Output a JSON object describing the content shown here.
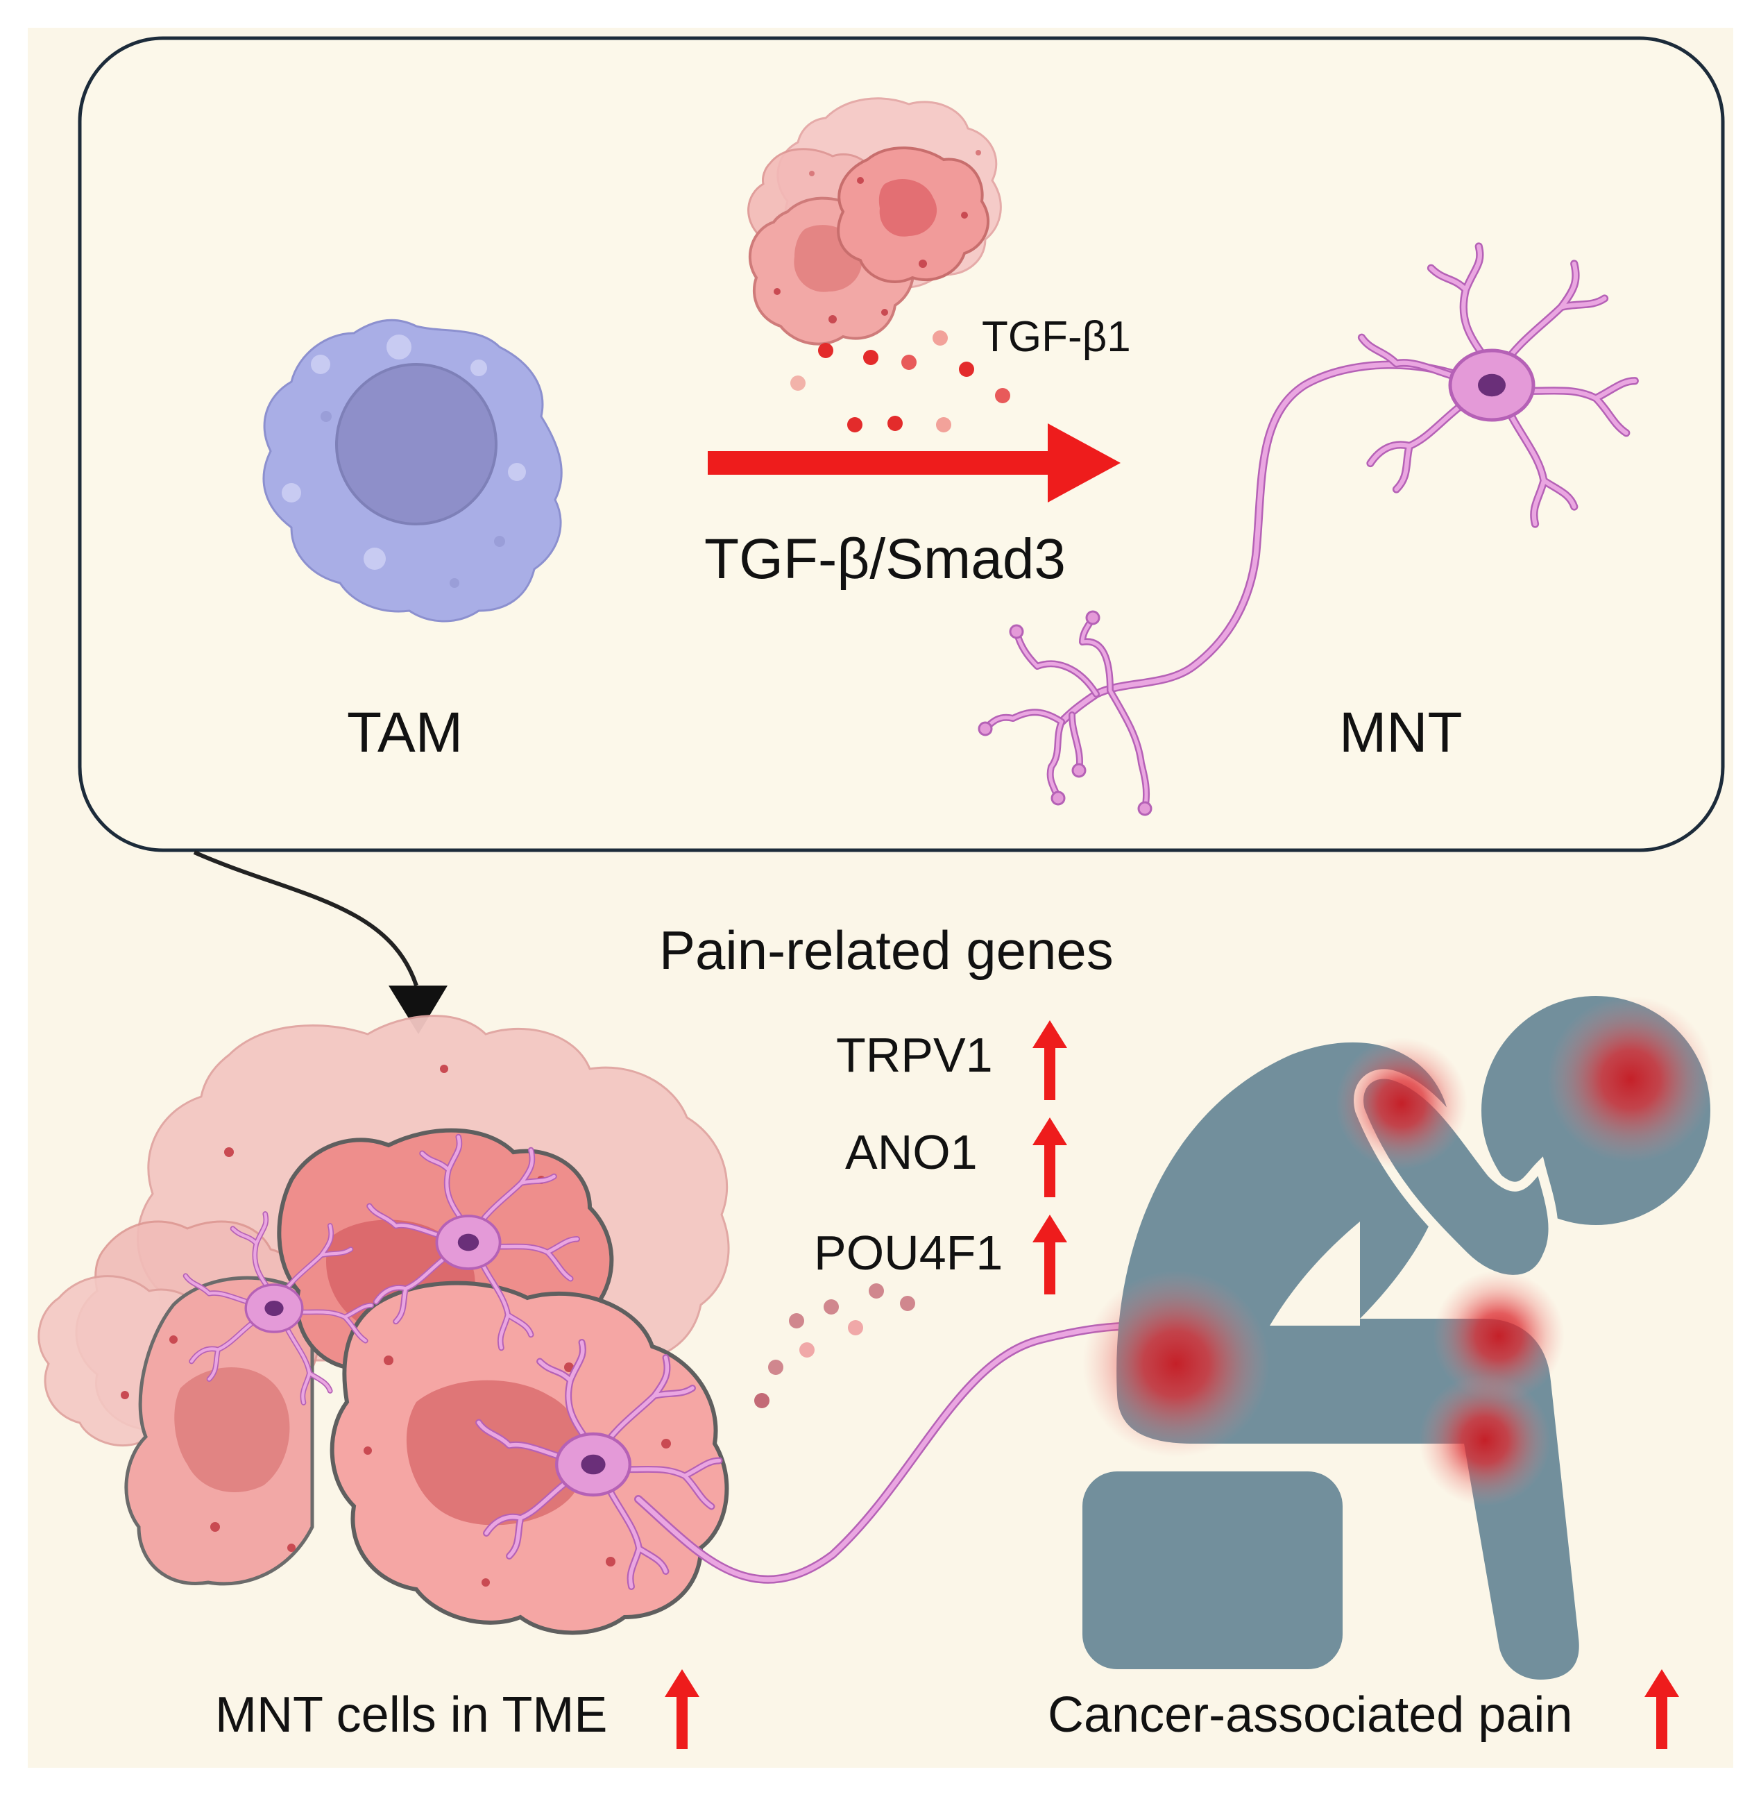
{
  "panel": {
    "signal_label": "TGF-β1",
    "pathway_label": "TGF-β/Smad3",
    "source_cell_label": "TAM",
    "target_cell_label": "MNT"
  },
  "genes": {
    "heading": "Pain-related genes",
    "items": [
      "TRPV1",
      "ANO1",
      "POU4F1"
    ]
  },
  "outcomes": {
    "left_label": "MNT cells in TME",
    "right_label": "Cancer-associated pain"
  },
  "colors": {
    "background": "#fbf6e8",
    "panel_border": "#1c2b3a",
    "arrow_red": "#ee1c1c",
    "tam_cell": "#a9aee6",
    "tam_nucleus": "#8e8fc9",
    "neuron": "#e49ad8",
    "tumor": "#f0a6a4",
    "person": "#728f9c",
    "pain_glow": "#d8232b"
  }
}
